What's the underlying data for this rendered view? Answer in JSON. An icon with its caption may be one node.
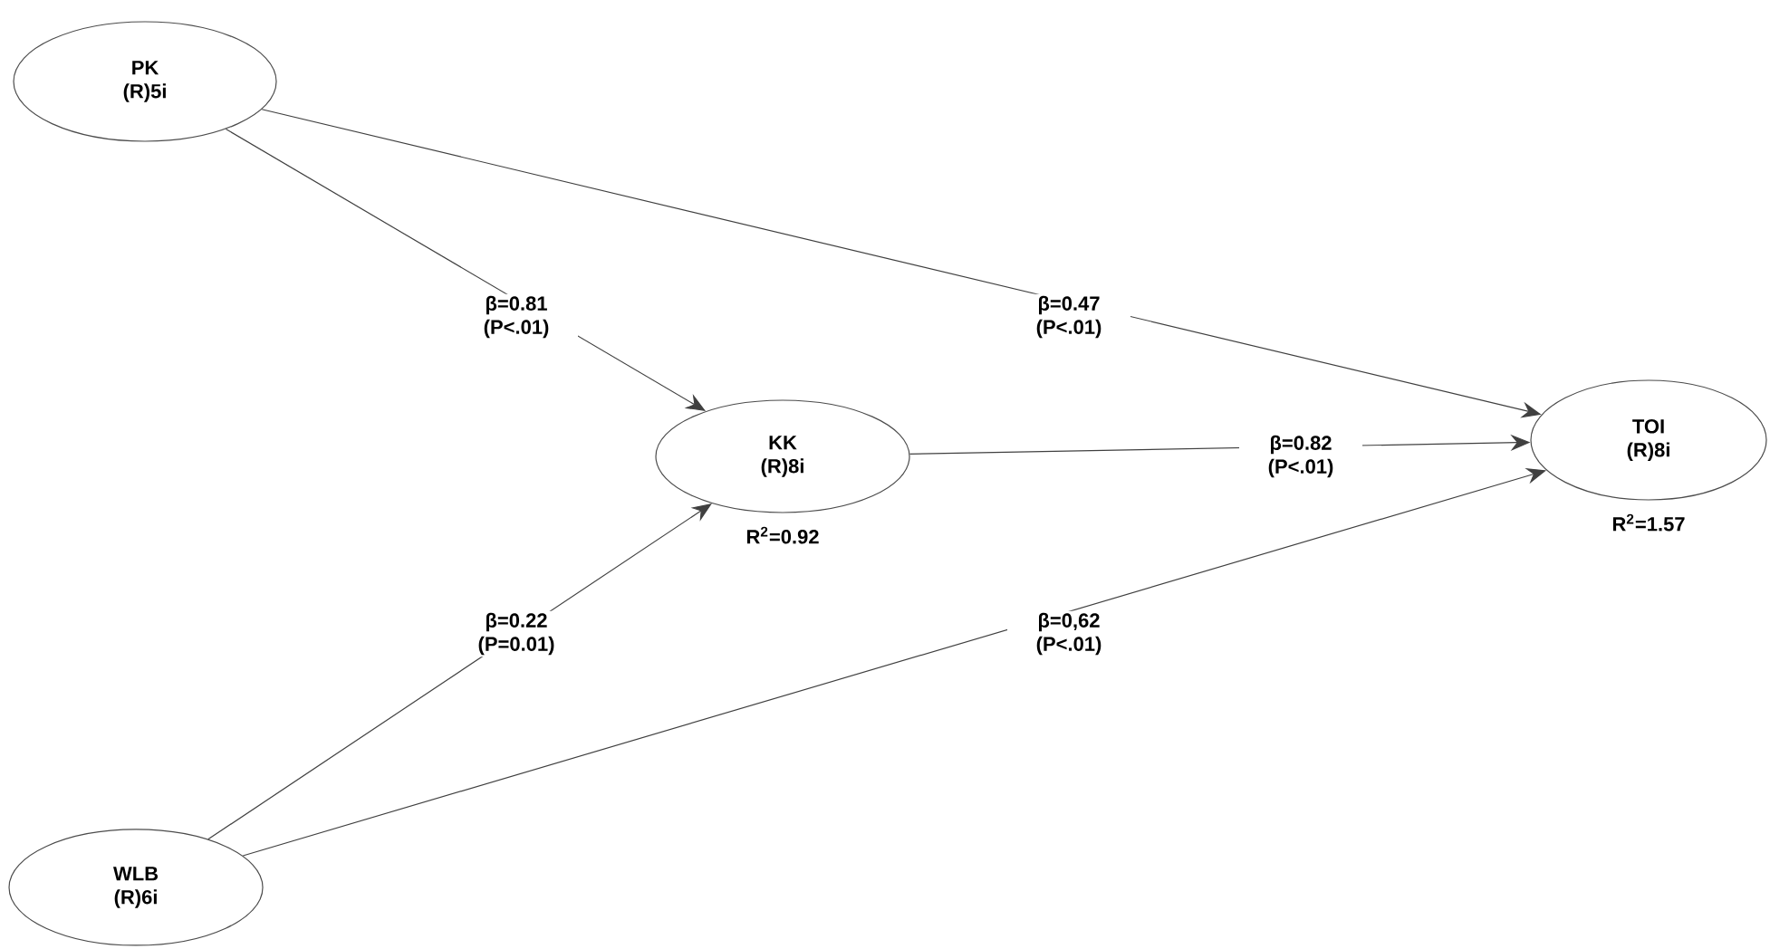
{
  "diagram": {
    "nodes": [
      {
        "text": [
          "PK",
          "(R)5i"
        ]
      },
      {
        "text": [
          "KK",
          "(R)8i"
        ],
        "beside": [
          "R$^{2}$=0.92"
        ]
      },
      {
        "text": [
          "TOI",
          "(R)8i"
        ],
        "beside": [
          "R$^{2}$=1.57"
        ]
      },
      {
        "text": [
          "WLB",
          "(R)6i"
        ]
      }
    ],
    "edges": [
      {
        "from": 0,
        "to": 1,
        "arrow": "to",
        "label": "β=0.81 (P<.01)"
      },
      {
        "from": 0,
        "to": 2,
        "arrow": "to",
        "label": "β=0.47 (P<.01)"
      },
      {
        "from": 1,
        "to": 2,
        "arrow": "to",
        "label": "β=0.82 (P<.01)"
      },
      {
        "from": 3,
        "to": 1,
        "arrow": "to",
        "label": "β=0.22 (P=0.01)"
      },
      {
        "from": 3,
        "to": 2,
        "arrow": "to",
        "label": "β=0,62 (P<.01)"
      }
    ]
  }
}
